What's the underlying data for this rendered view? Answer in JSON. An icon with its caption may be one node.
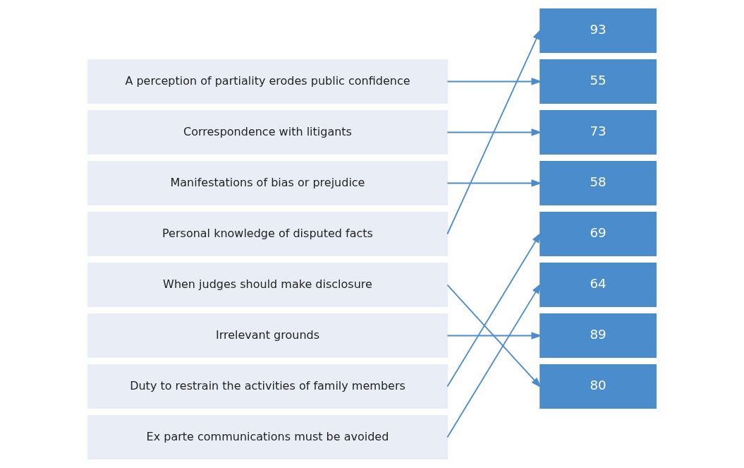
{
  "diagram": {
    "nodes": [
      {
        "text": [
          "A perception of partiality erodes public confidence"
        ]
      },
      {
        "text": [
          "Correspondence with litigants"
        ]
      },
      {
        "text": [
          "Manifestations of bias or prejudice"
        ]
      },
      {
        "text": [
          "Personal knowledge of disputed facts"
        ]
      },
      {
        "text": [
          "When judges should make disclosure"
        ]
      },
      {
        "text": [
          "Irrelevant grounds"
        ]
      },
      {
        "text": [
          "Duty to restrain the activities of family members"
        ]
      },
      {
        "text": [
          "Ex parte communications must be avoided"
        ]
      },
      {
        "text": [
          "93"
        ]
      },
      {
        "text": [
          "55"
        ]
      },
      {
        "text": [
          "73"
        ]
      },
      {
        "text": [
          "58"
        ]
      },
      {
        "text": [
          "69"
        ]
      },
      {
        "text": [
          "64"
        ]
      },
      {
        "text": [
          "89"
        ]
      },
      {
        "text": [
          "80"
        ]
      }
    ],
    "edges": [
      {
        "from": 0,
        "to": 9,
        "arrow": "to"
      },
      {
        "from": 1,
        "to": 10,
        "arrow": "to"
      },
      {
        "from": 2,
        "to": 11,
        "arrow": "to"
      },
      {
        "from": 3,
        "to": 8,
        "arrow": "to"
      },
      {
        "from": 4,
        "to": 15,
        "arrow": "to"
      },
      {
        "from": 5,
        "to": 14,
        "arrow": "to"
      },
      {
        "from": 6,
        "to": 12,
        "arrow": "to"
      },
      {
        "from": 7,
        "to": 13,
        "arrow": "to"
      }
    ]
  }
}
